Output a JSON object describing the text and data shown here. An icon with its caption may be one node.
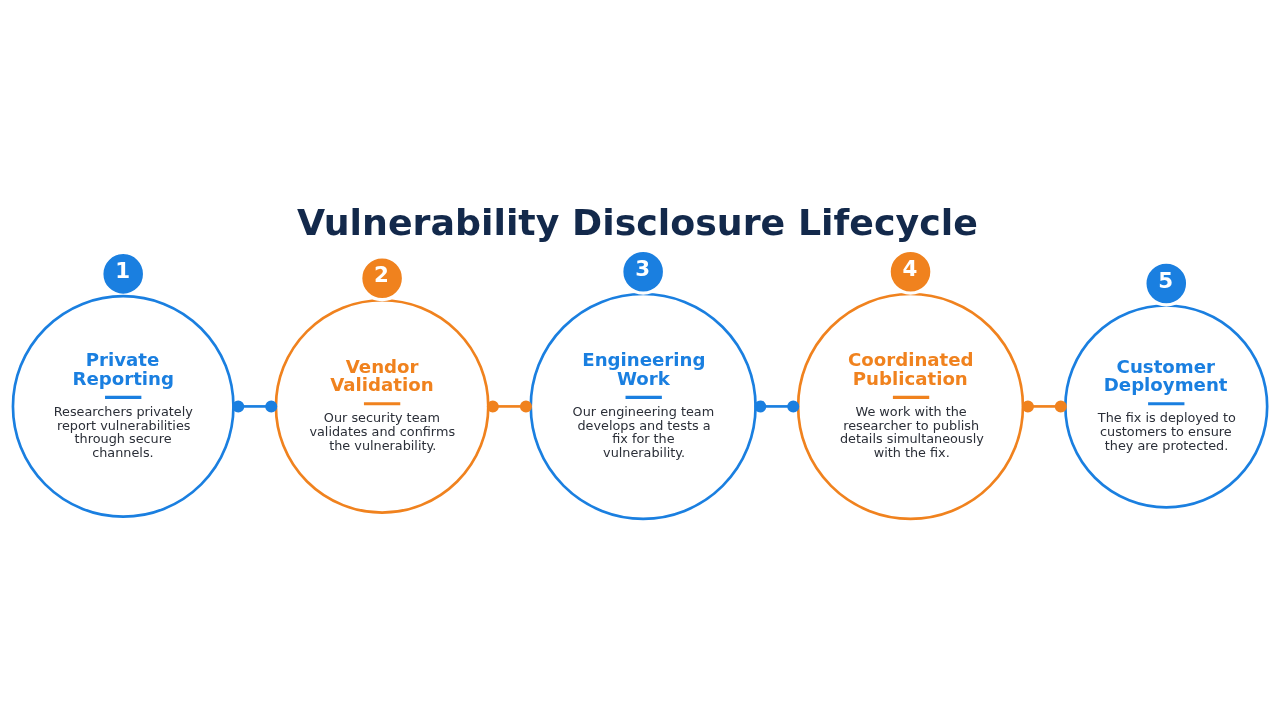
{
  "diagram": {
    "title": "Vulnerability Disclosure Lifecycle",
    "nodes": [
      {
        "text": [
          "1"
        ]
      },
      {
        "text": [
          "Private Reporting",
          "Researchers privately report vulnerabilities through secure channels."
        ]
      },
      {
        "text": [
          "2"
        ]
      },
      {
        "text": [
          "Vendor Validation",
          "Our security team validates and confirms the vulnerability."
        ]
      },
      {
        "text": [
          "3"
        ]
      },
      {
        "text": [
          "Engineering Work",
          "Our engineering team develops and tests a fix for the vulnerability."
        ]
      },
      {
        "text": [
          "4"
        ]
      },
      {
        "text": [
          "Coordinated Publication",
          "We work with the researcher to publish details simultaneously with the fix."
        ]
      },
      {
        "text": [
          "5"
        ]
      },
      {
        "text": [
          "Customer Deployment",
          "The fix is deployed to customers to ensure they are protected."
        ]
      }
    ],
    "edges": [
      {
        "from": 1,
        "to": 3,
        "arrow": "other",
        "color": "#1a7fe0"
      },
      {
        "from": 3,
        "to": 5,
        "arrow": "other",
        "color": "#f0821e"
      },
      {
        "from": 5,
        "to": 7,
        "arrow": "other",
        "color": "#1a7fe0"
      },
      {
        "from": 7,
        "to": 9,
        "arrow": "other",
        "color": "#f0821e"
      }
    ]
  }
}
